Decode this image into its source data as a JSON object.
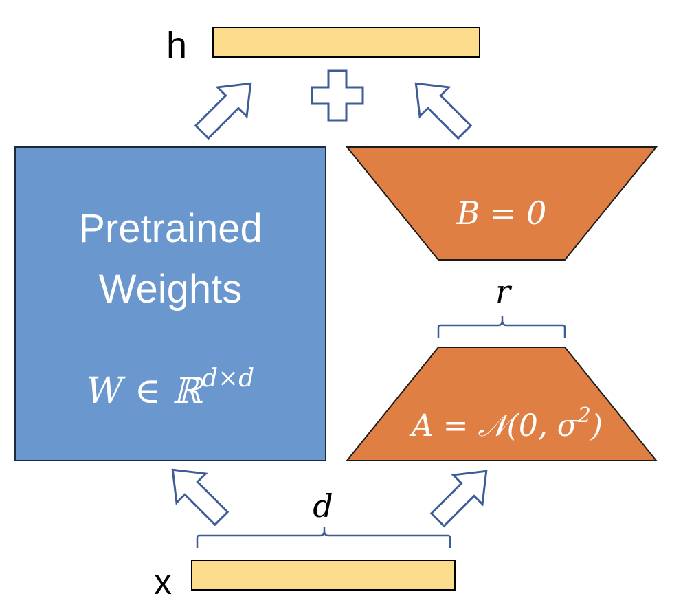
{
  "colors": {
    "vector_fill": "#fbdc8d",
    "vector_stroke": "#000000",
    "weights_fill": "#6a97cd",
    "weights_stroke": "#1b2b3f",
    "lora_fill": "#e07f43",
    "lora_stroke": "#1b1b1b",
    "arrow_stroke": "#3e5c96",
    "brace_stroke": "#3e5c96",
    "text_on_dark": "#ffffff",
    "text": "#000000"
  },
  "output_vector": {
    "label": "h"
  },
  "input_vector": {
    "label": "x"
  },
  "pretrained": {
    "line1": "Pretrained",
    "line2": "Weights",
    "formula_main": "W ∈ ℝ",
    "formula_sup": "d×d"
  },
  "lora_b": {
    "formula": "B = 0"
  },
  "lora_a": {
    "formula_prefix": "A = 𝒩(0, σ",
    "formula_sup": "2",
    "formula_suffix": ")"
  },
  "dims": {
    "rank": "r",
    "input": "d"
  },
  "icons": {
    "plus": "plus-icon",
    "arrows": [
      "arrow-up-right-icon",
      "arrow-up-left-icon",
      "arrow-up-left-icon",
      "arrow-up-right-icon"
    ]
  }
}
